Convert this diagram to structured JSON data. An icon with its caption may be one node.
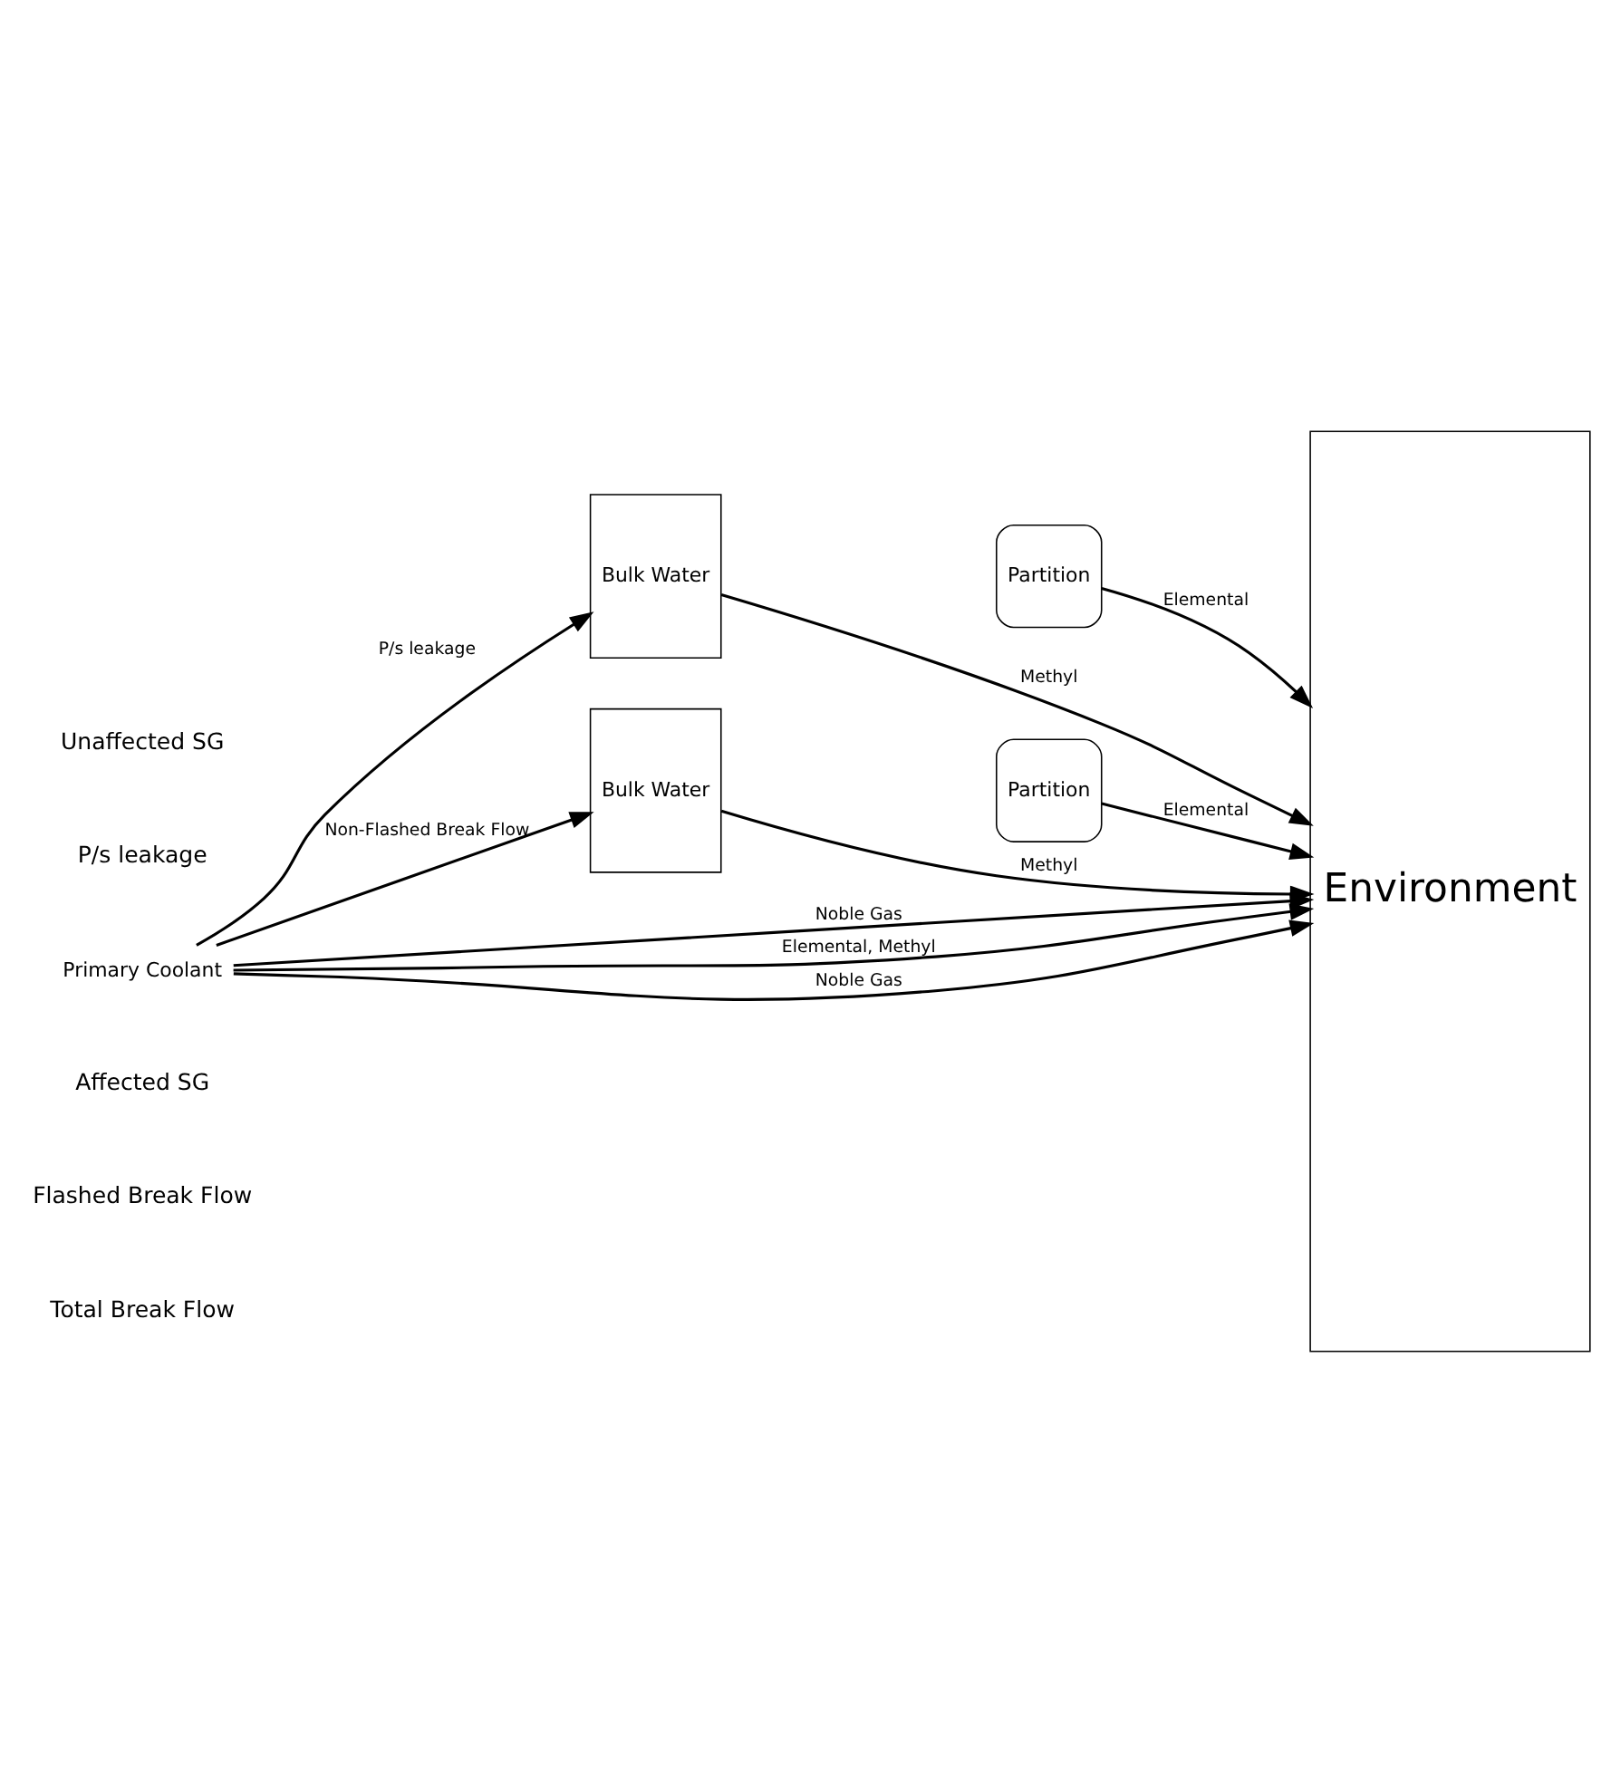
{
  "diagram": {
    "nodes": [
      {
        "text": [
          "Primary Coolant"
        ]
      },
      {
        "text": [
          "Bulk Water"
        ]
      },
      {
        "text": [
          "Partition"
        ]
      },
      {
        "text": [
          "Bulk Water"
        ]
      },
      {
        "text": [
          "Partition"
        ]
      },
      {
        "text": [
          "Environment"
        ]
      }
    ],
    "edges": [
      {
        "from": 0,
        "to": 1,
        "arrow": "to",
        "label": "P/s leakage"
      },
      {
        "from": 2,
        "to": 5,
        "arrow": "to",
        "label": "Elemental"
      },
      {
        "from": 1,
        "to": 5,
        "arrow": "to",
        "label": "Methyl"
      },
      {
        "from": 0,
        "to": 5,
        "arrow": "to",
        "label": "Noble Gas"
      },
      {
        "from": 0,
        "to": 3,
        "arrow": "to",
        "label": "Non-Flashed Break Flow"
      },
      {
        "from": 4,
        "to": 5,
        "arrow": "to",
        "label": "Elemental"
      },
      {
        "from": 3,
        "to": 5,
        "arrow": "to",
        "label": "Methyl"
      },
      {
        "from": 0,
        "to": 5,
        "arrow": "to",
        "label": "Elemental, Methyl"
      },
      {
        "from": 0,
        "to": 5,
        "arrow": "to",
        "label": "Noble Gas"
      }
    ],
    "labels": [
      "Unaffected SG",
      "P/s leakage",
      "Affected SG",
      "Flashed Break Flow",
      "Total Break Flow"
    ]
  }
}
